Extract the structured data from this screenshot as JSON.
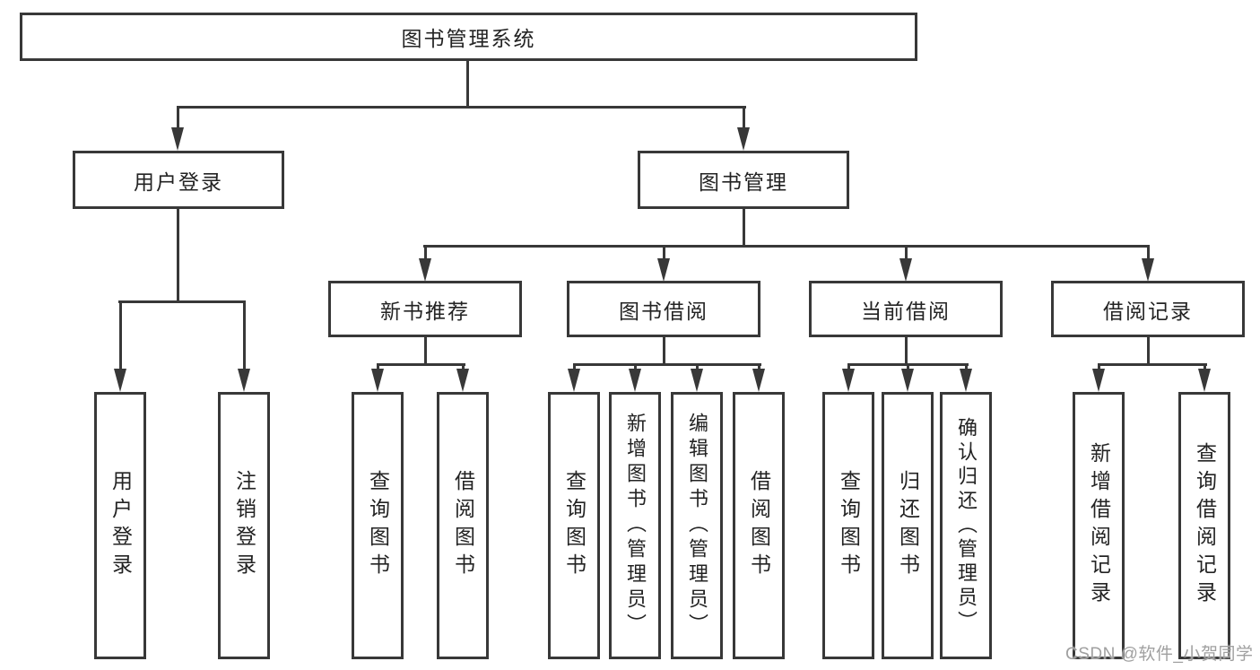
{
  "diagram": {
    "title": "图书管理系统",
    "root": {
      "label": "图书管理系统"
    },
    "level2": [
      {
        "label": "用户登录"
      },
      {
        "label": "图书管理"
      }
    ],
    "level3": [
      {
        "label": "新书推荐"
      },
      {
        "label": "图书借阅"
      },
      {
        "label": "当前借阅"
      },
      {
        "label": "借阅记录"
      }
    ],
    "leaves": {
      "user_login": [
        {
          "label": "用户登录"
        },
        {
          "label": "注销登录"
        }
      ],
      "new_books": [
        {
          "label": "查询图书"
        },
        {
          "label": "借阅图书"
        }
      ],
      "book_borrow": [
        {
          "label": "查询图书"
        },
        {
          "label": "新增图书（管理员）"
        },
        {
          "label": "编辑图书（管理员）"
        },
        {
          "label": "借阅图书"
        }
      ],
      "current_borrow": [
        {
          "label": "查询图书"
        },
        {
          "label": "归还图书"
        },
        {
          "label": "确认归还（管理员）"
        }
      ],
      "borrow_records": [
        {
          "label": "新增借阅记录"
        },
        {
          "label": "查询借阅记录"
        }
      ]
    },
    "watermark": "CSDN @软件_小贺同学",
    "colors": {
      "line": "#383838",
      "text": "#232323",
      "watermark": "#a0a0a0",
      "background": "#ffffff"
    }
  }
}
